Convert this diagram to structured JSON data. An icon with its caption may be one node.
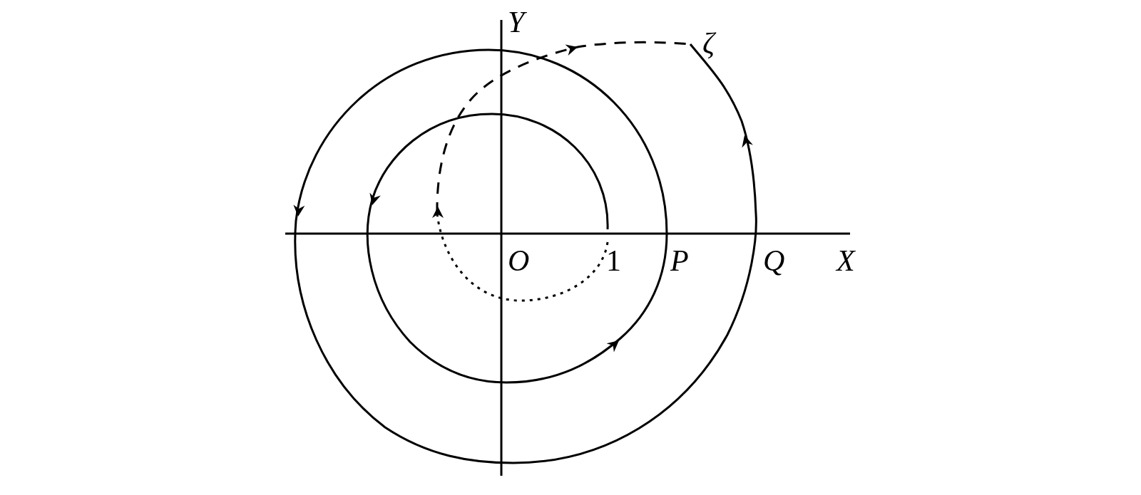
{
  "diagram": {
    "labels": [
      "Y",
      "ζ",
      "O",
      "1",
      "P",
      "Q",
      "X"
    ]
  }
}
